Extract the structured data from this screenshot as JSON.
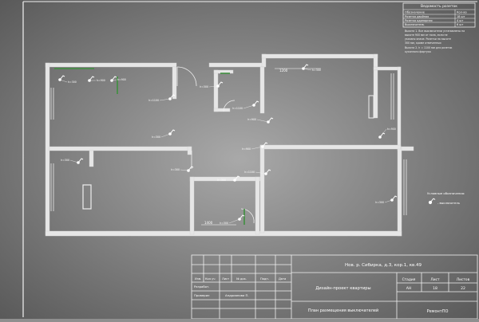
{
  "spec_table": {
    "title": "Ведомость розеток",
    "header": [
      "Обозначение",
      "Кол-во"
    ],
    "rows": [
      [
        "Розетка двойная",
        "18 шт"
      ],
      [
        "Розетка одинарная",
        "4 шт"
      ],
      [
        "Выключатель",
        "6 шт"
      ]
    ]
  },
  "notes": [
    "Высота 1. Все выключатели установлены на",
    "высоте 900 мм от пола, если не",
    "указано иначе. Розетки на высоте",
    "300 мм, кроме отмеченных",
    "Высота 2. h = 1100 мм для розеток",
    "кухонного фартука"
  ],
  "legend": {
    "title": "Условные обозначения:",
    "symbol_label": "- выключатель"
  },
  "height_tags": [
    "h=300",
    "h=900",
    "h=900",
    "h=1100",
    "h=300",
    "h=300",
    "h=1100",
    "h=900",
    "h=300",
    "h=900",
    "h=1100",
    "h=300",
    "h=300",
    "h=300",
    "h=300",
    "h=900",
    "h=300"
  ],
  "dims": {
    "d1": "1200",
    "d2": "1400"
  },
  "title_block": {
    "address": "Нов. р. Сибирка, д.3, кор.1, кв.49",
    "project": "Дизайн-проект квартиры",
    "sheet_title": "План размещения выключателей",
    "company": "РемонтПО",
    "stage_label": "Стадия",
    "sheet_label": "Лист",
    "sheets_label": "Листов",
    "stage_value": "АН",
    "sheet_value": "18",
    "sheets_value": "22",
    "col_headers": [
      "Изм.",
      "Кол.уч",
      "Лист",
      "№ док.",
      "Подп.",
      "Дата"
    ],
    "role1": "Разработ.",
    "role2": "Проверил",
    "name2": "Андрианова П."
  }
}
